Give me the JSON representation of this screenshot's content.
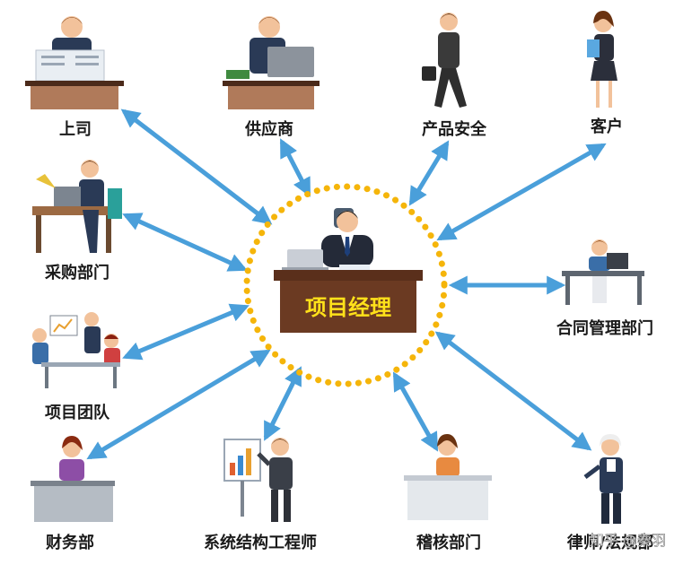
{
  "center": {
    "label": "项目经理"
  },
  "stakeholders": [
    {
      "id": "boss",
      "label": "上司",
      "icon": "newspaper-reader-icon"
    },
    {
      "id": "supplier",
      "label": "供应商",
      "icon": "desk-computer-icon"
    },
    {
      "id": "product-safety",
      "label": "产品安全",
      "icon": "phone-walker-icon"
    },
    {
      "id": "customer",
      "label": "客户",
      "icon": "woman-with-folder-icon"
    },
    {
      "id": "purchasing",
      "label": "采购部门",
      "icon": "desk-laptop-icon"
    },
    {
      "id": "contract-mgmt",
      "label": "合同管理部门",
      "icon": "desk-worker-icon"
    },
    {
      "id": "project-team",
      "label": "项目团队",
      "icon": "meeting-team-icon"
    },
    {
      "id": "finance",
      "label": "财务部",
      "icon": "accountant-desk-icon"
    },
    {
      "id": "sys-architect",
      "label": "系统结构工程师",
      "icon": "presenter-chart-icon"
    },
    {
      "id": "audit",
      "label": "稽核部门",
      "icon": "auditor-desk-icon"
    },
    {
      "id": "legal",
      "label": "律师/法规部",
      "icon": "lawyer-icon"
    }
  ],
  "watermark": "知乎 @秦羽",
  "colors": {
    "arrow": "#4a9fda",
    "ring": "#f5b50a",
    "desk": "#6b3a22",
    "center_text": "#ffe11a"
  }
}
